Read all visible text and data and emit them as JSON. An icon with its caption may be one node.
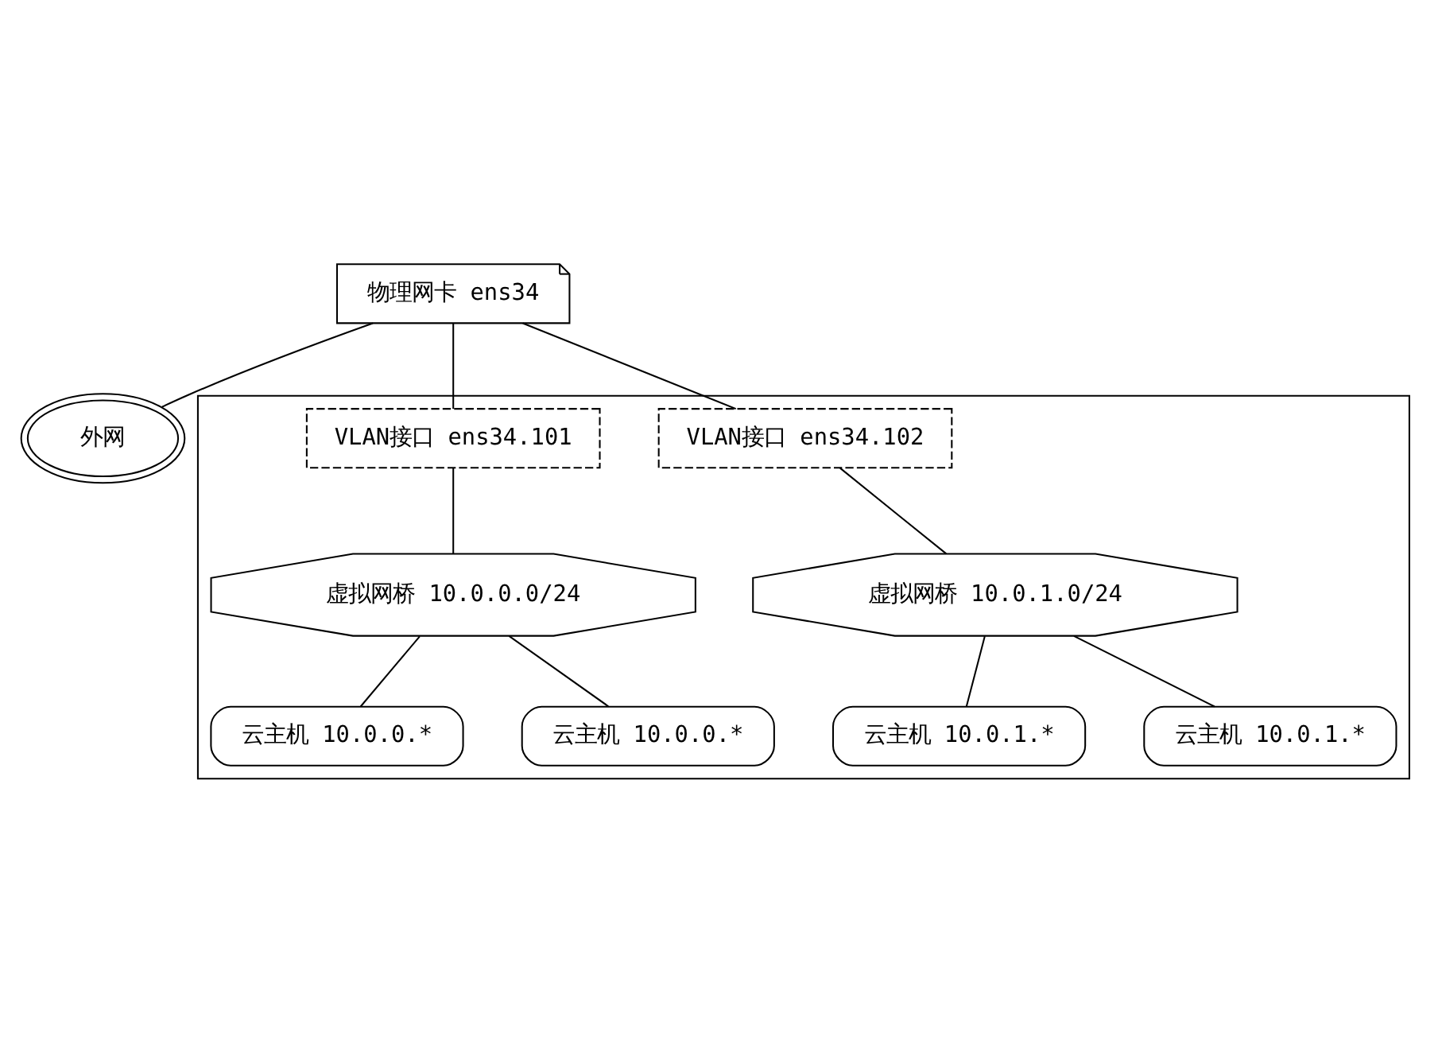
{
  "diagram": {
    "nodes": [
      {
        "text": [
          "外网"
        ]
      },
      {
        "text": [
          "物理网卡 ens34"
        ]
      },
      {
        "text": [],
        "shape": "box"
      },
      {
        "text": [
          "VLAN接口 ens34.101"
        ],
        "in": 2
      },
      {
        "text": [
          "VLAN接口 ens34.102"
        ],
        "in": 2
      },
      {
        "text": [
          "虚拟网桥 10.0.0.0/24"
        ],
        "in": 2
      },
      {
        "text": [
          "虚拟网桥 10.0.1.0/24"
        ],
        "in": 2
      },
      {
        "text": [
          "云主机 10.0.0.*"
        ],
        "in": 2
      },
      {
        "text": [
          "云主机 10.0.0.*"
        ],
        "in": 2
      },
      {
        "text": [
          "云主机 10.0.1.*"
        ],
        "in": 2
      },
      {
        "text": [
          "云主机 10.0.1.*"
        ],
        "in": 2
      }
    ],
    "edges": [
      {
        "from": 1,
        "to": 0,
        "arrow": "none"
      },
      {
        "from": 1,
        "to": 3,
        "arrow": "none"
      },
      {
        "from": 1,
        "to": 4,
        "arrow": "none"
      },
      {
        "from": 3,
        "to": 5,
        "arrow": "none"
      },
      {
        "from": 4,
        "to": 6,
        "arrow": "none"
      },
      {
        "from": 5,
        "to": 7,
        "arrow": "none"
      },
      {
        "from": 5,
        "to": 8,
        "arrow": "none"
      },
      {
        "from": 6,
        "to": 9,
        "arrow": "none"
      },
      {
        "from": 6,
        "to": 10,
        "arrow": "none"
      }
    ]
  }
}
